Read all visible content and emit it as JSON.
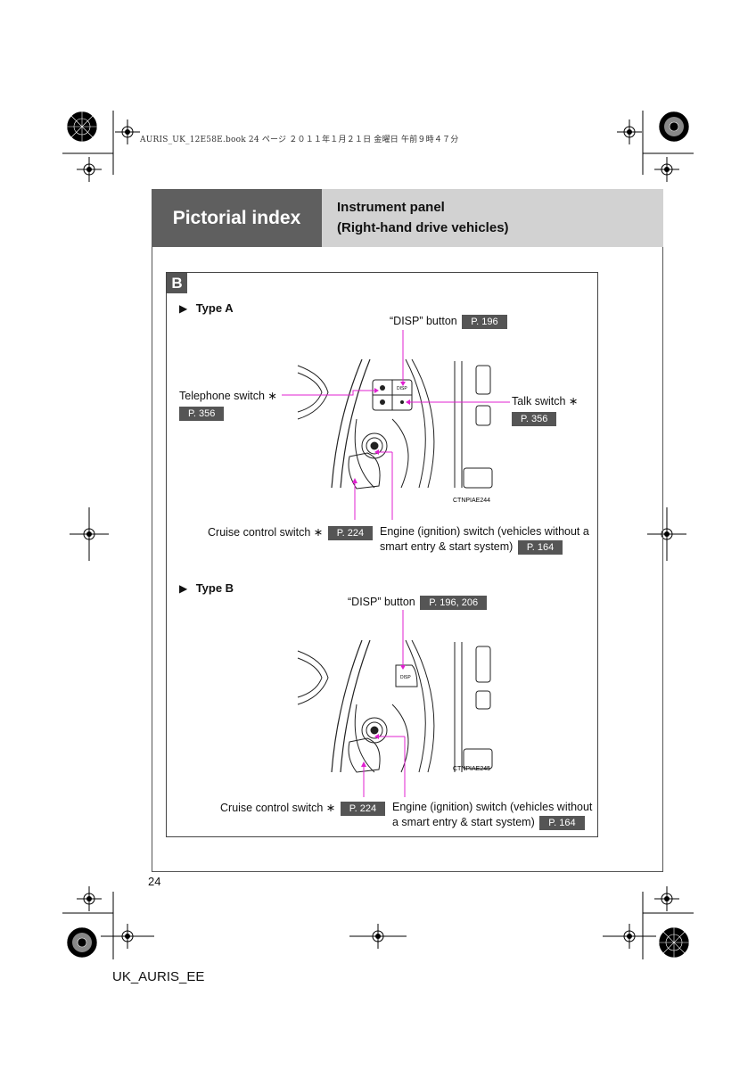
{
  "print_header": "AURIS_UK_12E58E.book  24 ページ  ２０１１年１月２１日  金曜日  午前９時４７分",
  "header": {
    "section": "Pictorial index",
    "title_line1": "Instrument panel",
    "title_line2": "(Right-hand drive vehicles)"
  },
  "section_badge": "B",
  "type_a": {
    "label": "Type A",
    "disp_label": "“DISP” button",
    "disp_ref": "P. 196",
    "telephone_label": "Telephone switch ∗",
    "telephone_ref": "P. 356",
    "talk_label": "Talk switch ∗",
    "talk_ref": "P. 356",
    "cruise_label": "Cruise control switch ∗",
    "cruise_ref": "P. 224",
    "engine_label_line1": "Engine (ignition) switch (vehicles without a",
    "engine_label_line2": "smart entry & start system)",
    "engine_ref": "P. 164",
    "image_code": "CTNPIAE244",
    "button_text": "DISP"
  },
  "type_b": {
    "label": "Type B",
    "disp_label": "“DISP” button",
    "disp_ref": "P. 196, 206",
    "cruise_label": "Cruise control switch ∗",
    "cruise_ref": "P. 224",
    "engine_label_line1": "Engine (ignition) switch (vehicles without",
    "engine_label_line2": "a smart entry & start system)",
    "engine_ref": "P. 164",
    "image_code": "CTNPIAE245",
    "button_text": "DISP"
  },
  "page_number": "24",
  "footer": "UK_AURIS_EE",
  "colors": {
    "header_dark": "#5f5f5f",
    "header_light": "#d2d2d2",
    "callout": "#e020d0",
    "ref_box": "#555555"
  }
}
